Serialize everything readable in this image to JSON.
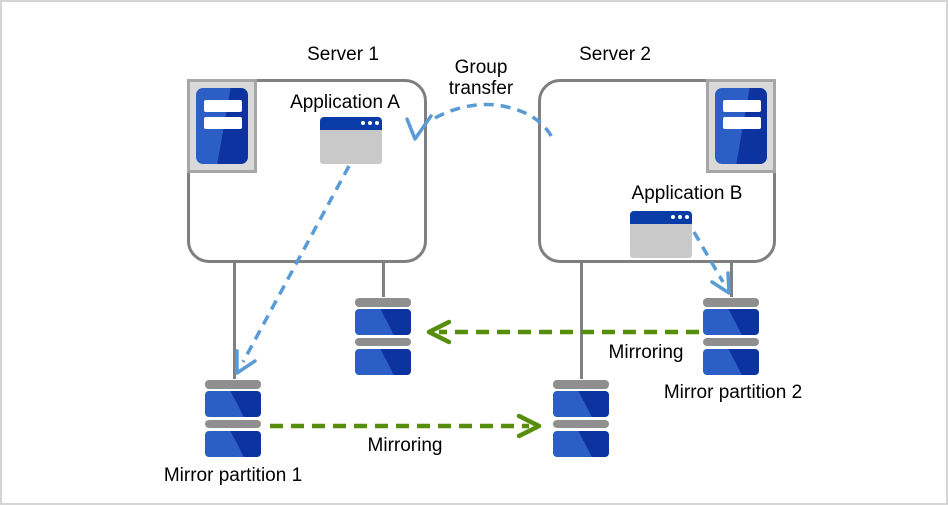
{
  "labels": {
    "server1": "Server 1",
    "server2": "Server 2",
    "application_a": "Application A",
    "application_b": "Application B",
    "group_transfer_line1": "Group",
    "group_transfer_line2": "transfer",
    "mirroring_top": "Mirroring",
    "mirroring_bottom": "Mirroring",
    "partition1": "Mirror partition 1",
    "partition2": "Mirror partition 2"
  },
  "colors": {
    "canvas_border": "#d5d5d5",
    "box_border": "#7f7f7f",
    "leg_gray": "#808080",
    "arrow_blue": "#5b9bd5",
    "arrow_green": "#568e0c",
    "server_blue_light": "#2b5fc6",
    "server_blue_dark": "#0c33a0",
    "icon_frame_fill": "#d9d9d9",
    "icon_frame_border": "#a6a6a6",
    "disk_gray": "#8f8f8f",
    "window_titlebar": "#0a3ca8",
    "window_body": "#c9c9c9"
  }
}
